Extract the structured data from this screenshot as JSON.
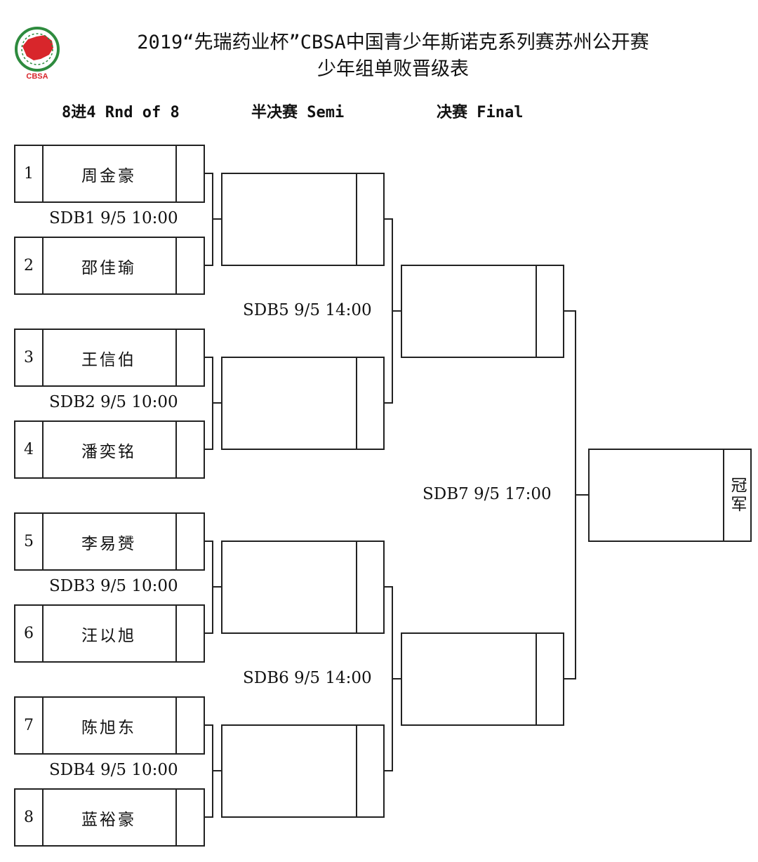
{
  "header": {
    "title_line1": "2019“先瑞药业杯”CBSA中国青少年斯诺克系列赛苏州公开赛",
    "title_line2": "少年组单败晋级表",
    "logo_text": "CBSA"
  },
  "columns": {
    "round1": "8进4 Rnd of 8",
    "semi": "半决赛 Semi",
    "final": "决赛 Final"
  },
  "players": [
    {
      "seed": "1",
      "name": "周金豪"
    },
    {
      "seed": "2",
      "name": "邵佳瑜"
    },
    {
      "seed": "3",
      "name": "王信伯"
    },
    {
      "seed": "4",
      "name": "潘奕铭"
    },
    {
      "seed": "5",
      "name": "李易赟"
    },
    {
      "seed": "6",
      "name": "汪以旭"
    },
    {
      "seed": "7",
      "name": "陈旭东"
    },
    {
      "seed": "8",
      "name": "蓝裕豪"
    }
  ],
  "matches": {
    "sdb1": "SDB1 9/5 10:00",
    "sdb2": "SDB2 9/5 10:00",
    "sdb3": "SDB3 9/5 10:00",
    "sdb4": "SDB4 9/5 10:00",
    "sdb5": "SDB5 9/5 14:00",
    "sdb6": "SDB6 9/5 14:00",
    "sdb7": "SDB7 9/5 17:00"
  },
  "champion_label": "冠军",
  "colors": {
    "logo_red": "#d8262b",
    "logo_green": "#2e8b3e",
    "line": "#222222"
  }
}
